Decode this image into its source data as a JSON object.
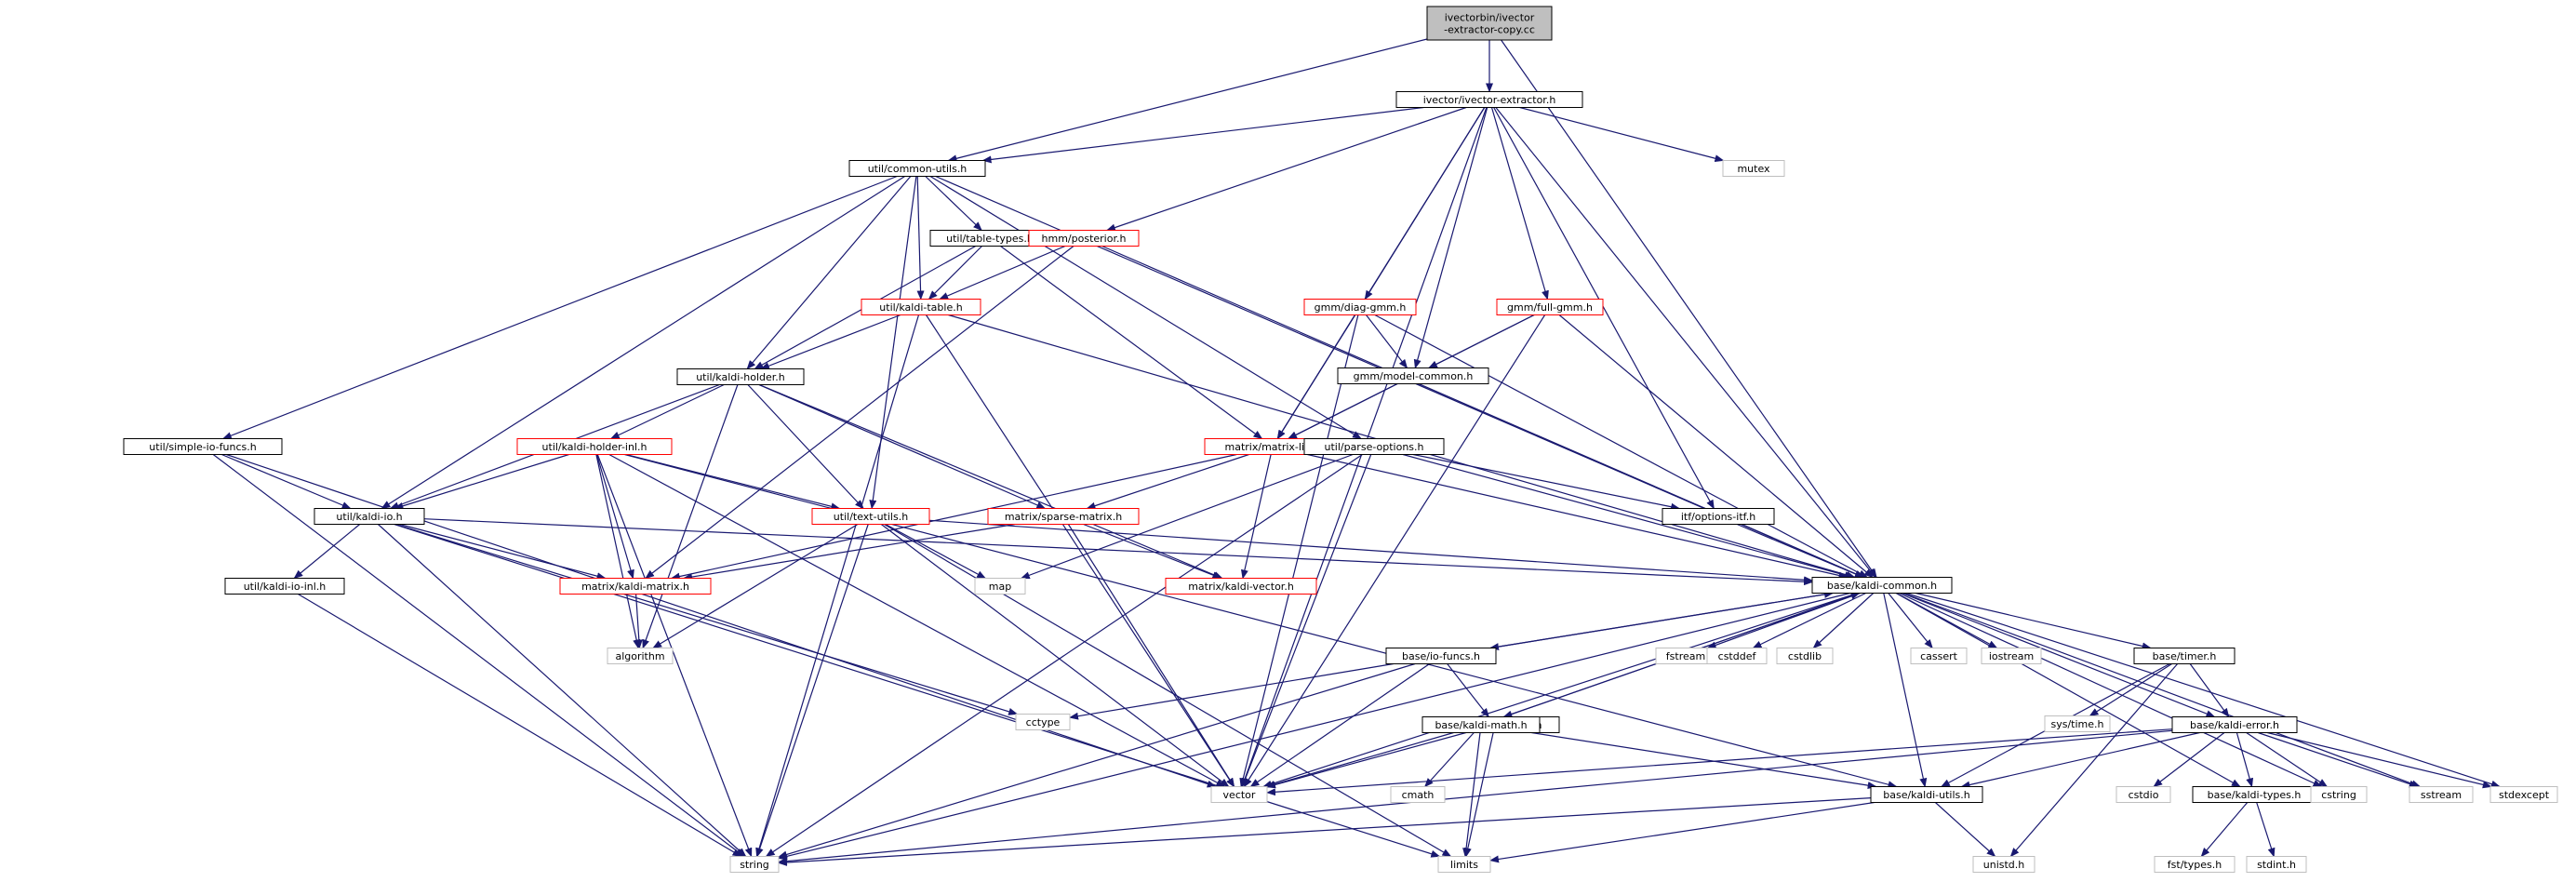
{
  "colors": {
    "edge": "#191970",
    "node_border_default": "#000000",
    "node_border_truncated": "#ff0000",
    "node_border_system": "#bfbfbf",
    "root_fill": "#bfbfbf",
    "node_fill": "#ffffff",
    "text": "#000000"
  },
  "nodes": [
    {
      "id": "root",
      "label": "ivectorbin/ivector\n-extractor-copy.cc",
      "kind": "root"
    },
    {
      "id": "ivector_extractor",
      "label": "ivector/ivector-extractor.h",
      "kind": "default"
    },
    {
      "id": "common_utils",
      "label": "util/common-utils.h",
      "kind": "default"
    },
    {
      "id": "mutex",
      "label": "mutex",
      "kind": "system"
    },
    {
      "id": "table_types",
      "label": "util/table-types.h",
      "kind": "default"
    },
    {
      "id": "hmm_posterior",
      "label": "hmm/posterior.h",
      "kind": "truncated"
    },
    {
      "id": "kaldi_table",
      "label": "util/kaldi-table.h",
      "kind": "truncated"
    },
    {
      "id": "diag_gmm",
      "label": "gmm/diag-gmm.h",
      "kind": "truncated"
    },
    {
      "id": "full_gmm",
      "label": "gmm/full-gmm.h",
      "kind": "truncated"
    },
    {
      "id": "model_common",
      "label": "gmm/model-common.h",
      "kind": "default"
    },
    {
      "id": "kaldi_holder",
      "label": "util/kaldi-holder.h",
      "kind": "default"
    },
    {
      "id": "simple_io",
      "label": "util/simple-io-funcs.h",
      "kind": "default"
    },
    {
      "id": "holder_inl",
      "label": "util/kaldi-holder-inl.h",
      "kind": "truncated"
    },
    {
      "id": "matrix_lib",
      "label": "matrix/matrix-lib.h",
      "kind": "truncated"
    },
    {
      "id": "parse_options",
      "label": "util/parse-options.h",
      "kind": "default"
    },
    {
      "id": "kaldi_io",
      "label": "util/kaldi-io.h",
      "kind": "default"
    },
    {
      "id": "text_utils",
      "label": "util/text-utils.h",
      "kind": "truncated"
    },
    {
      "id": "sparse_matrix",
      "label": "matrix/sparse-matrix.h",
      "kind": "truncated"
    },
    {
      "id": "options_itf",
      "label": "itf/options-itf.h",
      "kind": "default"
    },
    {
      "id": "io_inl",
      "label": "util/kaldi-io-inl.h",
      "kind": "default"
    },
    {
      "id": "kaldi_matrix",
      "label": "matrix/kaldi-matrix.h",
      "kind": "truncated"
    },
    {
      "id": "map",
      "label": "map",
      "kind": "system"
    },
    {
      "id": "kaldi_vector",
      "label": "matrix/kaldi-vector.h",
      "kind": "truncated"
    },
    {
      "id": "kaldi_common",
      "label": "base/kaldi-common.h",
      "kind": "default"
    },
    {
      "id": "algorithm",
      "label": "algorithm",
      "kind": "system"
    },
    {
      "id": "fstream",
      "label": "fstream",
      "kind": "system"
    },
    {
      "id": "cstddef",
      "label": "cstddef",
      "kind": "system"
    },
    {
      "id": "cstdlib",
      "label": "cstdlib",
      "kind": "system"
    },
    {
      "id": "cassert",
      "label": "cassert",
      "kind": "system"
    },
    {
      "id": "iostream",
      "label": "iostream",
      "kind": "system"
    },
    {
      "id": "io_funcs",
      "label": "base/io-funcs.h",
      "kind": "default"
    },
    {
      "id": "timer",
      "label": "base/timer.h",
      "kind": "default"
    },
    {
      "id": "cctype",
      "label": "cctype",
      "kind": "system"
    },
    {
      "id": "io_funcs_inl",
      "label": "base/io-funcs-inl.h",
      "kind": "default"
    },
    {
      "id": "sys_time",
      "label": "sys/time.h",
      "kind": "system"
    },
    {
      "id": "kaldi_math",
      "label": "base/kaldi-math.h",
      "kind": "default"
    },
    {
      "id": "kaldi_error",
      "label": "base/kaldi-error.h",
      "kind": "default"
    },
    {
      "id": "vector",
      "label": "vector",
      "kind": "system"
    },
    {
      "id": "cmath",
      "label": "cmath",
      "kind": "system"
    },
    {
      "id": "cstdio",
      "label": "cstdio",
      "kind": "system"
    },
    {
      "id": "kaldi_types",
      "label": "base/kaldi-types.h",
      "kind": "default"
    },
    {
      "id": "cstring",
      "label": "cstring",
      "kind": "system"
    },
    {
      "id": "sstream",
      "label": "sstream",
      "kind": "system"
    },
    {
      "id": "stdexcept",
      "label": "stdexcept",
      "kind": "system"
    },
    {
      "id": "kaldi_utils",
      "label": "base/kaldi-utils.h",
      "kind": "default"
    },
    {
      "id": "string",
      "label": "string",
      "kind": "system"
    },
    {
      "id": "limits",
      "label": "limits",
      "kind": "system"
    },
    {
      "id": "unistd",
      "label": "unistd.h",
      "kind": "system"
    },
    {
      "id": "fst_types",
      "label": "fst/types.h",
      "kind": "system"
    },
    {
      "id": "stdint",
      "label": "stdint.h",
      "kind": "system"
    }
  ],
  "edges": [
    [
      "root",
      "ivector_extractor"
    ],
    [
      "root",
      "common_utils"
    ],
    [
      "root",
      "kaldi_common"
    ],
    [
      "ivector_extractor",
      "common_utils"
    ],
    [
      "ivector_extractor",
      "mutex"
    ],
    [
      "ivector_extractor",
      "hmm_posterior"
    ],
    [
      "ivector_extractor",
      "diag_gmm"
    ],
    [
      "ivector_extractor",
      "full_gmm"
    ],
    [
      "ivector_extractor",
      "model_common"
    ],
    [
      "ivector_extractor",
      "matrix_lib"
    ],
    [
      "ivector_extractor",
      "options_itf"
    ],
    [
      "ivector_extractor",
      "vector"
    ],
    [
      "ivector_extractor",
      "kaldi_common"
    ],
    [
      "common_utils",
      "table_types"
    ],
    [
      "common_utils",
      "kaldi_table"
    ],
    [
      "common_utils",
      "kaldi_holder"
    ],
    [
      "common_utils",
      "simple_io"
    ],
    [
      "common_utils",
      "kaldi_io"
    ],
    [
      "common_utils",
      "text_utils"
    ],
    [
      "common_utils",
      "parse_options"
    ],
    [
      "common_utils",
      "kaldi_common"
    ],
    [
      "table_types",
      "kaldi_table"
    ],
    [
      "table_types",
      "kaldi_holder"
    ],
    [
      "table_types",
      "matrix_lib"
    ],
    [
      "hmm_posterior",
      "kaldi_table"
    ],
    [
      "hmm_posterior",
      "kaldi_matrix"
    ],
    [
      "hmm_posterior",
      "kaldi_common"
    ],
    [
      "kaldi_table",
      "kaldi_holder"
    ],
    [
      "kaldi_table",
      "string"
    ],
    [
      "kaldi_table",
      "vector"
    ],
    [
      "kaldi_table",
      "kaldi_common"
    ],
    [
      "diag_gmm",
      "model_common"
    ],
    [
      "diag_gmm",
      "matrix_lib"
    ],
    [
      "diag_gmm",
      "vector"
    ],
    [
      "diag_gmm",
      "kaldi_common"
    ],
    [
      "full_gmm",
      "model_common"
    ],
    [
      "full_gmm",
      "matrix_lib"
    ],
    [
      "full_gmm",
      "vector"
    ],
    [
      "full_gmm",
      "kaldi_common"
    ],
    [
      "model_common",
      "matrix_lib"
    ],
    [
      "kaldi_holder",
      "holder_inl"
    ],
    [
      "kaldi_holder",
      "kaldi_io"
    ],
    [
      "kaldi_holder",
      "text_utils"
    ],
    [
      "kaldi_holder",
      "sparse_matrix"
    ],
    [
      "kaldi_holder",
      "kaldi_vector"
    ],
    [
      "kaldi_holder",
      "algorithm"
    ],
    [
      "simple_io",
      "kaldi_io"
    ],
    [
      "simple_io",
      "string"
    ],
    [
      "simple_io",
      "vector"
    ],
    [
      "holder_inl",
      "kaldi_io"
    ],
    [
      "holder_inl",
      "text_utils"
    ],
    [
      "holder_inl",
      "kaldi_matrix"
    ],
    [
      "holder_inl",
      "algorithm"
    ],
    [
      "holder_inl",
      "string"
    ],
    [
      "holder_inl",
      "vector"
    ],
    [
      "holder_inl",
      "kaldi_utils"
    ],
    [
      "matrix_lib",
      "sparse_matrix"
    ],
    [
      "matrix_lib",
      "kaldi_vector"
    ],
    [
      "matrix_lib",
      "kaldi_matrix"
    ],
    [
      "matrix_lib",
      "kaldi_common"
    ],
    [
      "parse_options",
      "options_itf"
    ],
    [
      "parse_options",
      "map"
    ],
    [
      "parse_options",
      "vector"
    ],
    [
      "parse_options",
      "string"
    ],
    [
      "parse_options",
      "kaldi_common"
    ],
    [
      "kaldi_io",
      "io_inl"
    ],
    [
      "kaldi_io",
      "kaldi_matrix"
    ],
    [
      "kaldi_io",
      "cctype"
    ],
    [
      "kaldi_io",
      "string"
    ],
    [
      "kaldi_io",
      "limits"
    ],
    [
      "kaldi_io",
      "kaldi_common"
    ],
    [
      "text_utils",
      "map"
    ],
    [
      "text_utils",
      "algorithm"
    ],
    [
      "text_utils",
      "string"
    ],
    [
      "text_utils",
      "vector"
    ],
    [
      "text_utils",
      "limits"
    ],
    [
      "text_utils",
      "kaldi_common"
    ],
    [
      "sparse_matrix",
      "kaldi_matrix"
    ],
    [
      "sparse_matrix",
      "kaldi_vector"
    ],
    [
      "sparse_matrix",
      "vector"
    ],
    [
      "options_itf",
      "kaldi_common"
    ],
    [
      "io_inl",
      "string"
    ],
    [
      "kaldi_matrix",
      "algorithm"
    ],
    [
      "kaldi_common",
      "fstream"
    ],
    [
      "kaldi_common",
      "cstddef"
    ],
    [
      "kaldi_common",
      "cstdlib"
    ],
    [
      "kaldi_common",
      "cassert"
    ],
    [
      "kaldi_common",
      "iostream"
    ],
    [
      "kaldi_common",
      "io_funcs"
    ],
    [
      "kaldi_common",
      "timer"
    ],
    [
      "kaldi_common",
      "kaldi_math"
    ],
    [
      "kaldi_common",
      "kaldi_error"
    ],
    [
      "kaldi_common",
      "vector"
    ],
    [
      "kaldi_common",
      "string"
    ],
    [
      "kaldi_common",
      "kaldi_types"
    ],
    [
      "kaldi_common",
      "cstring"
    ],
    [
      "kaldi_common",
      "sstream"
    ],
    [
      "kaldi_common",
      "stdexcept"
    ],
    [
      "kaldi_common",
      "kaldi_utils"
    ],
    [
      "io_funcs",
      "kaldi_common"
    ],
    [
      "io_funcs",
      "io_funcs_inl"
    ],
    [
      "io_funcs",
      "cctype"
    ],
    [
      "io_funcs",
      "vector"
    ],
    [
      "io_funcs",
      "string"
    ],
    [
      "io_funcs_inl",
      "vector"
    ],
    [
      "io_funcs_inl",
      "limits"
    ],
    [
      "timer",
      "sys_time"
    ],
    [
      "timer",
      "kaldi_error"
    ],
    [
      "timer",
      "kaldi_utils"
    ],
    [
      "timer",
      "unistd"
    ],
    [
      "kaldi_math",
      "kaldi_common"
    ],
    [
      "kaldi_math",
      "vector"
    ],
    [
      "kaldi_math",
      "cmath"
    ],
    [
      "kaldi_math",
      "limits"
    ],
    [
      "kaldi_math",
      "kaldi_utils"
    ],
    [
      "kaldi_error",
      "kaldi_types"
    ],
    [
      "kaldi_error",
      "kaldi_utils"
    ],
    [
      "kaldi_error",
      "vector"
    ],
    [
      "kaldi_error",
      "cstdio"
    ],
    [
      "kaldi_error",
      "cstring"
    ],
    [
      "kaldi_error",
      "sstream"
    ],
    [
      "kaldi_error",
      "stdexcept"
    ],
    [
      "kaldi_error",
      "string"
    ],
    [
      "kaldi_utils",
      "string"
    ],
    [
      "kaldi_utils",
      "limits"
    ],
    [
      "kaldi_utils",
      "unistd"
    ],
    [
      "kaldi_types",
      "fst_types"
    ],
    [
      "kaldi_types",
      "stdint"
    ]
  ]
}
